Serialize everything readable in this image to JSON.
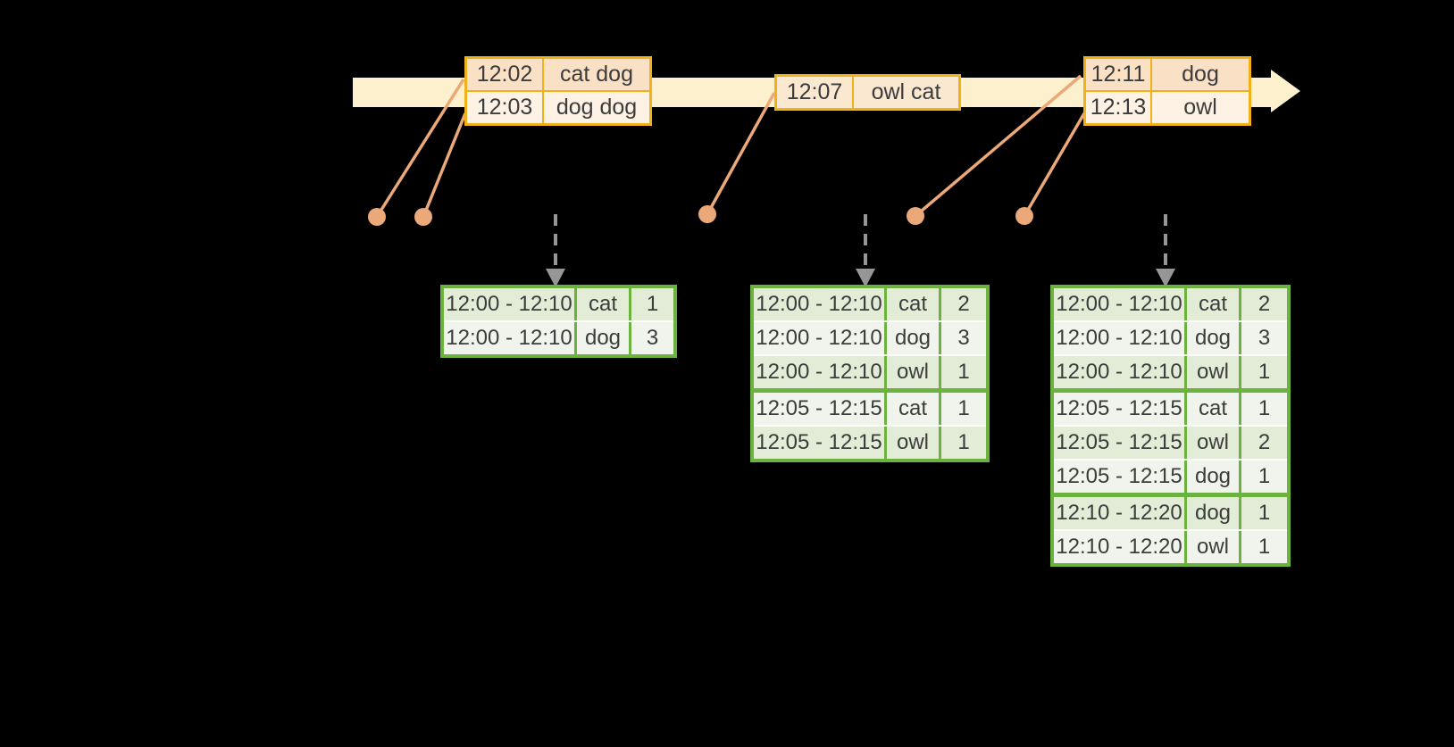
{
  "colors": {
    "background": "#000000",
    "timeline_fill": "#fdf1cd",
    "event_table_border": "#f0b119",
    "event_row_peach": "#fae0c4",
    "event_row_cream": "#fdf2e4",
    "event_row_mid": "#fbe8d1",
    "connector_salmon": "#eba878",
    "result_table_border": "#6cb23e",
    "result_row_green_tint": "#e2ecd6",
    "result_row_light_tint": "#f0f4ec",
    "trigger_arrow_gray": "#969696",
    "text": "#3c3c3c"
  },
  "event_tables": [
    {
      "rows": [
        {
          "time": "12:02",
          "words": "cat dog"
        },
        {
          "time": "12:03",
          "words": "dog dog"
        }
      ]
    },
    {
      "rows": [
        {
          "time": "12:07",
          "words": "owl cat"
        }
      ]
    },
    {
      "rows": [
        {
          "time": "12:11",
          "words": "dog"
        },
        {
          "time": "12:13",
          "words": "owl"
        }
      ]
    }
  ],
  "result_tables": [
    {
      "rows": [
        {
          "window": "12:00 - 12:10",
          "word": "cat",
          "count": "1"
        },
        {
          "window": "12:00 - 12:10",
          "word": "dog",
          "count": "3"
        }
      ]
    },
    {
      "rows": [
        {
          "window": "12:00 - 12:10",
          "word": "cat",
          "count": "2"
        },
        {
          "window": "12:00 - 12:10",
          "word": "dog",
          "count": "3"
        },
        {
          "window": "12:00 - 12:10",
          "word": "owl",
          "count": "1"
        },
        {
          "window": "12:05 - 12:15",
          "word": "cat",
          "count": "1"
        },
        {
          "window": "12:05 - 12:15",
          "word": "owl",
          "count": "1"
        }
      ]
    },
    {
      "rows": [
        {
          "window": "12:00 - 12:10",
          "word": "cat",
          "count": "2"
        },
        {
          "window": "12:00 - 12:10",
          "word": "dog",
          "count": "3"
        },
        {
          "window": "12:00 - 12:10",
          "word": "owl",
          "count": "1"
        },
        {
          "window": "12:05 - 12:15",
          "word": "cat",
          "count": "1"
        },
        {
          "window": "12:05 - 12:15",
          "word": "owl",
          "count": "2"
        },
        {
          "window": "12:05 - 12:15",
          "word": "dog",
          "count": "1"
        },
        {
          "window": "12:10 - 12:20",
          "word": "dog",
          "count": "1"
        },
        {
          "window": "12:10 - 12:20",
          "word": "owl",
          "count": "1"
        }
      ]
    }
  ]
}
